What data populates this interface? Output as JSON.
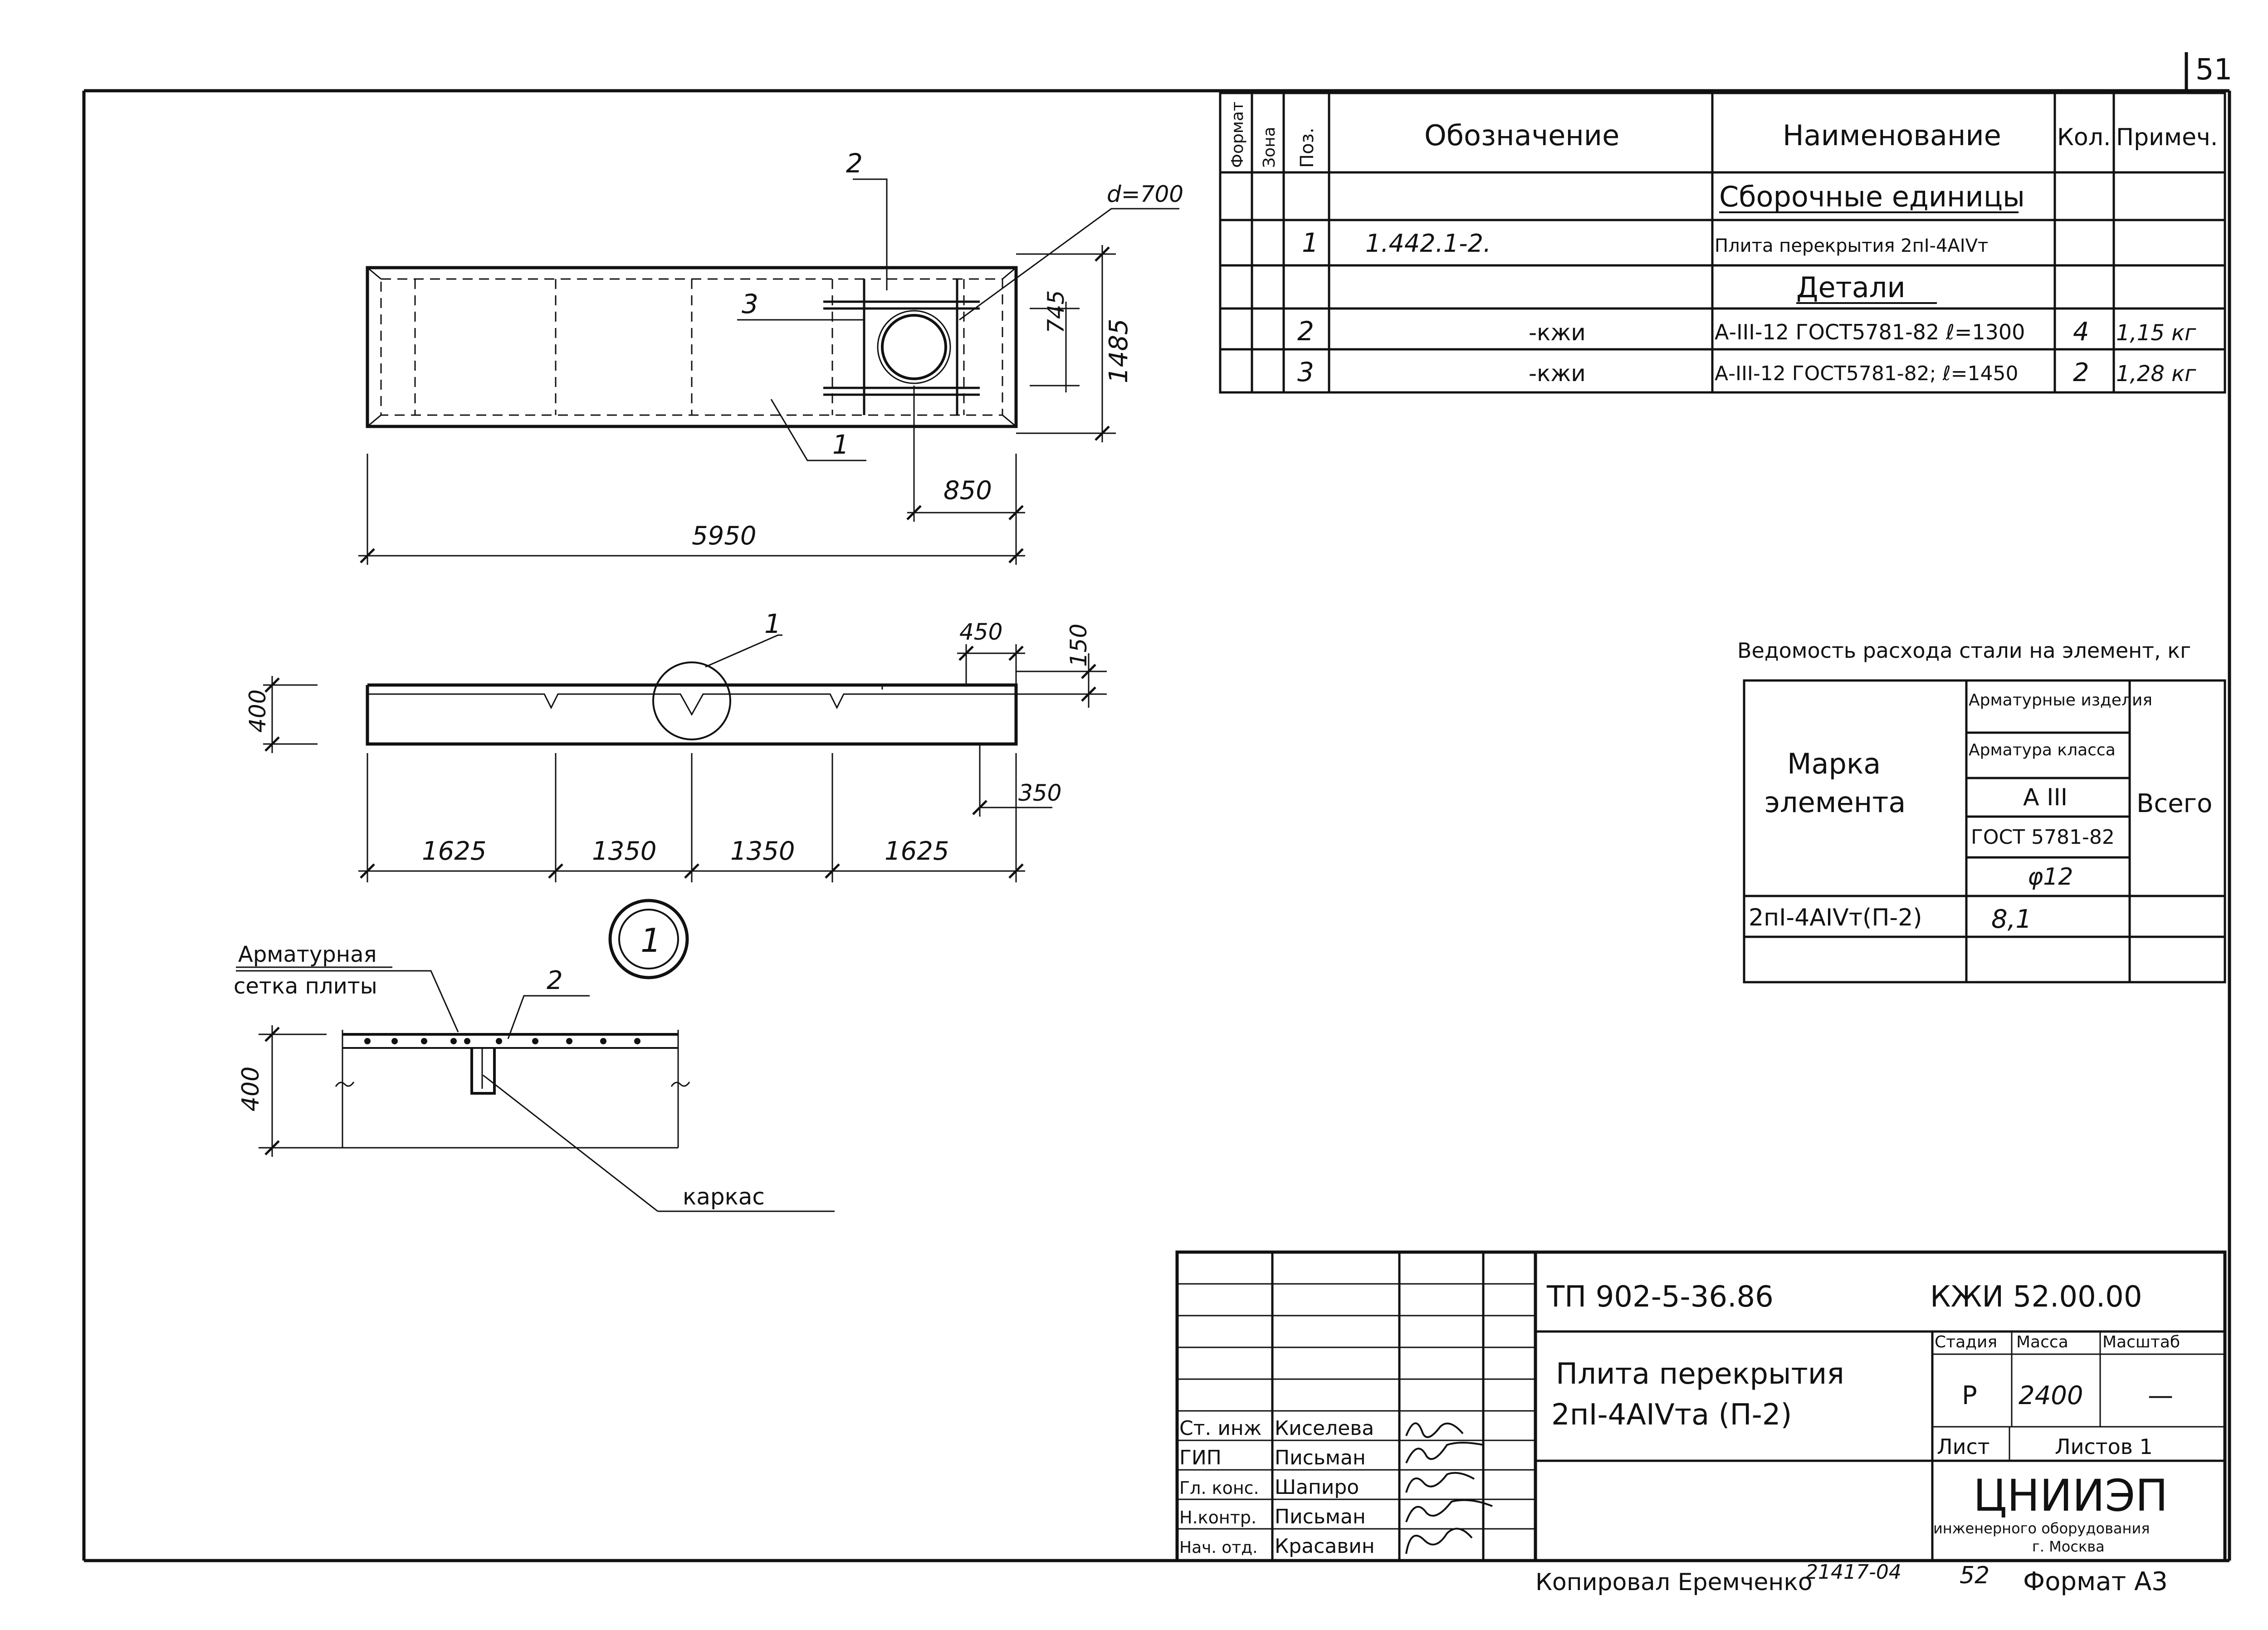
{
  "page": {
    "number": "51"
  },
  "spec_table": {
    "headers": {
      "format": "Формат",
      "zone": "Зона",
      "pos": "Поз.",
      "designation": "Обозначение",
      "name": "Наименование",
      "qty": "Кол.",
      "note": "Примеч."
    },
    "rows": [
      {
        "pos": "",
        "designation": "",
        "name": "Сборочные единицы",
        "qty": "",
        "note": ""
      },
      {
        "pos": "1",
        "designation": "1.442.1-2.",
        "name": "Плита перекрытия 2пI-4АIVт",
        "qty": "",
        "note": ""
      },
      {
        "pos": "",
        "designation": "",
        "name": "Детали",
        "qty": "",
        "note": ""
      },
      {
        "pos": "2",
        "designation": "-кжи",
        "name": "А-III-12 ГОСТ5781-82 ℓ=1300",
        "qty": "4",
        "note": "1,15 кг"
      },
      {
        "pos": "3",
        "designation": "-кжи",
        "name": "А-III-12 ГОСТ5781-82; ℓ=1450",
        "qty": "2",
        "note": "1,28 кг"
      }
    ]
  },
  "plan_view": {
    "labels": {
      "pos2": "2",
      "pos3": "3",
      "pos1": "1",
      "diameter": "d=700"
    },
    "dims": {
      "length": "5950",
      "offset": "850",
      "width": "1485",
      "hole": "745"
    }
  },
  "section_view": {
    "labels": {
      "detail_ref": "1"
    },
    "dims": {
      "height": "400",
      "top": "450",
      "rib": "150",
      "bottom": "350",
      "spans": [
        "1625",
        "1350",
        "1350",
        "1625"
      ]
    }
  },
  "detail": {
    "marker": "1",
    "mesh_label_1": "Арматурная",
    "mesh_label_2": "сетка плиты",
    "pos_label": "2",
    "height": "400",
    "frame_label": "каркас"
  },
  "steel_table": {
    "title": "Ведомость расхода стали на элемент, кг",
    "mark_header_1": "Марка",
    "mark_header_2": "элемента",
    "arm_items": "Арматурные изделия",
    "arm_class": "Арматура класса",
    "class_value": "А III",
    "gost": "ГОСТ 5781-82",
    "diameter": "φ12",
    "total_header": "Всего",
    "row_mark": "2пI-4АIVт(П-2)",
    "row_value": "8,1"
  },
  "title_block": {
    "project": "ТП 902-5-36.86",
    "code": "КЖИ 52.00.00",
    "name_line1": "Плита перекрытия",
    "name_line2": "2пI-4АIVта (П-2)",
    "stage_header": "Стадия",
    "mass_header": "Масса",
    "scale_header": "Масштаб",
    "stage": "Р",
    "mass": "2400",
    "scale": "—",
    "sheet": "Лист",
    "sheets": "Листов 1",
    "org_name": "ЦНИИЭП",
    "org_sub": "инженерного оборудования",
    "org_city": "г. Москва",
    "staff": [
      {
        "role": "Ст. инж",
        "name": "Киселева"
      },
      {
        "role": "ГИП",
        "name": "Письман"
      },
      {
        "role": "Гл. конс.",
        "name": "Шапиро"
      },
      {
        "role": "Н.контр.",
        "name": "Письман"
      },
      {
        "role": "Нач. отд.",
        "name": "Красавин"
      }
    ]
  },
  "footer": {
    "copied": "Копировал Еремченко",
    "order": "21417-04",
    "sheet_no": "52",
    "format": "Формат А3"
  }
}
